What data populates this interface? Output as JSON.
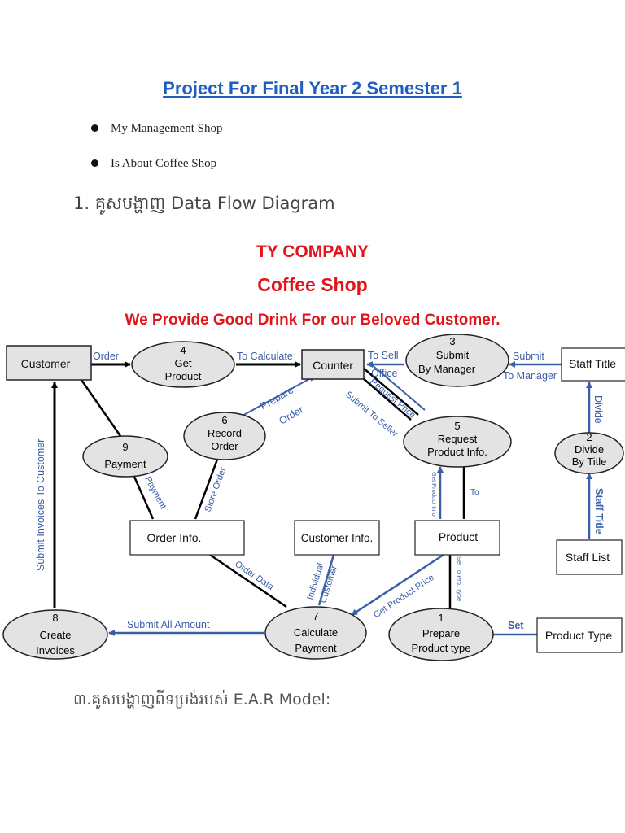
{
  "document": {
    "title": "Project For Final Year 2 Semester 1",
    "bullets": [
      "My Management Shop",
      "Is About Coffee Shop"
    ],
    "section1": "1. គូសបង្ហាញ  Data Flow Diagram",
    "section3": "៣.គូសបង្ហាញពីទម្រង់របស់ E.A.R Model:"
  },
  "header": {
    "company": "TY COMPANY",
    "shop": "Coffee Shop",
    "tagline": "We Provide Good Drink For our Beloved Customer."
  },
  "diagram": {
    "entities": {
      "customer": "Customer",
      "counter": "Counter",
      "staff_title": "Staff Title",
      "staff_list": "Staff List",
      "order_info": "Order Info.",
      "customer_info": "Customer Info.",
      "product": "Product",
      "product_type": "Product Type"
    },
    "processes": {
      "p1": {
        "num": "1",
        "line1": "Prepare",
        "line2": "Product type"
      },
      "p2": {
        "num": "2",
        "line1": "Divide",
        "line2": "By Title"
      },
      "p3": {
        "num": "3",
        "line1": "Submit",
        "line2": "By Manager"
      },
      "p4": {
        "num": "4",
        "line1": "Get",
        "line2": "Product"
      },
      "p5": {
        "num": "5",
        "line1": "Request",
        "line2": "Product Info."
      },
      "p6": {
        "num": "6",
        "line1": "Record",
        "line2": "Order"
      },
      "p7": {
        "num": "7",
        "line1": "Calculate",
        "line2": "Payment"
      },
      "p8": {
        "num": "8",
        "line1": "Create",
        "line2": "Invoices"
      },
      "p9": {
        "num": "9",
        "line1": "Payment",
        "line2": ""
      }
    },
    "flows": {
      "order": "Order",
      "to_calculate": "To Calculate",
      "to_sell": "To Sell",
      "office": "Office",
      "submit": "Submit",
      "to_manager": "To Manager",
      "divide": "Divide",
      "staff_title": "Staff Title",
      "prepare": "Prepare",
      "order2": "Order",
      "request_price": "Request Price",
      "submit_to_seller": "Submit To Seller",
      "get_product_info": "Get Product Info",
      "to": "To",
      "payment": "Payment",
      "store_order": "Store Order",
      "submit_invoices": "Submit Invoices To Customer",
      "order_data": "Order Data",
      "individual": "Individual",
      "customer": "Customer",
      "get_product_price": "Get Product  Price",
      "set_to_pro_type": "Set To Pro. Type",
      "set": "Set",
      "submit_all_amount": "Submit All Amount"
    }
  }
}
